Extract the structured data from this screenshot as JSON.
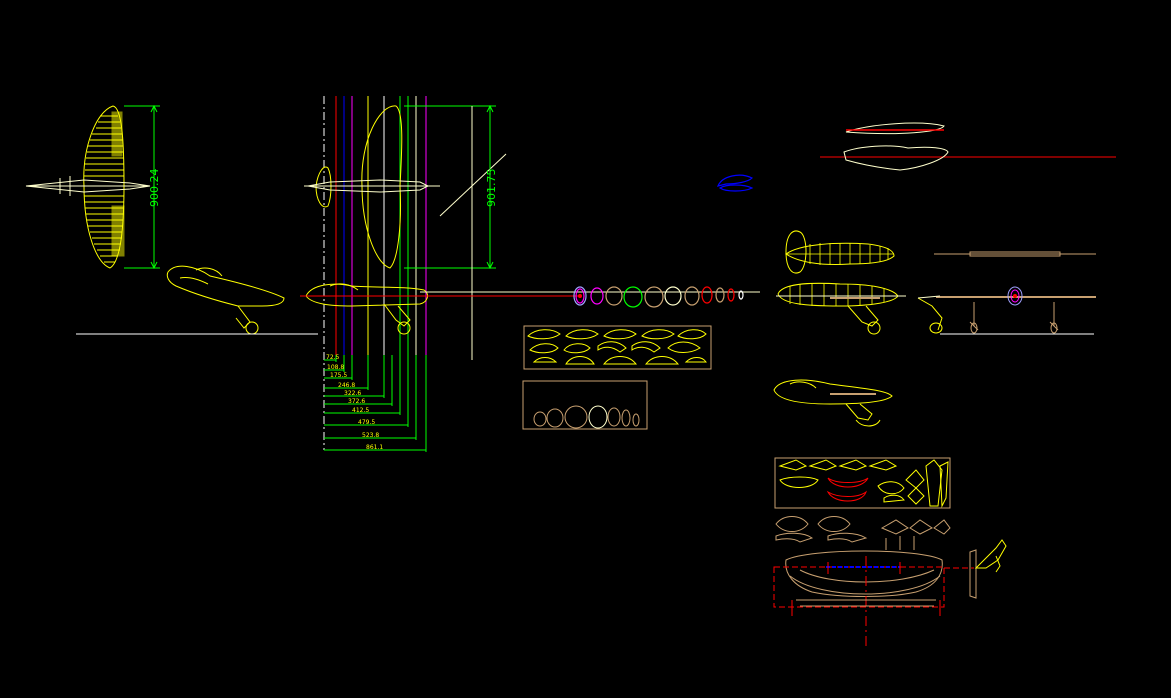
{
  "colors": {
    "background": "#000000",
    "yellow": "#ffff00",
    "pale_yellow": "#ffffcc",
    "white": "#ffffff",
    "red": "#ff0000",
    "green": "#00ff00",
    "blue": "#0000ff",
    "magenta": "#ff00ff",
    "brown": "#c8a070",
    "gray": "#a0a0a0"
  },
  "dimensions": {
    "wingspan_left": "900.24",
    "wingspan_mid": "901.75",
    "stations": [
      "72.5",
      "108.8",
      "175.5",
      "246.8",
      "322.6",
      "372.6",
      "412.5",
      "479.5",
      "523.8",
      "861.1"
    ]
  }
}
